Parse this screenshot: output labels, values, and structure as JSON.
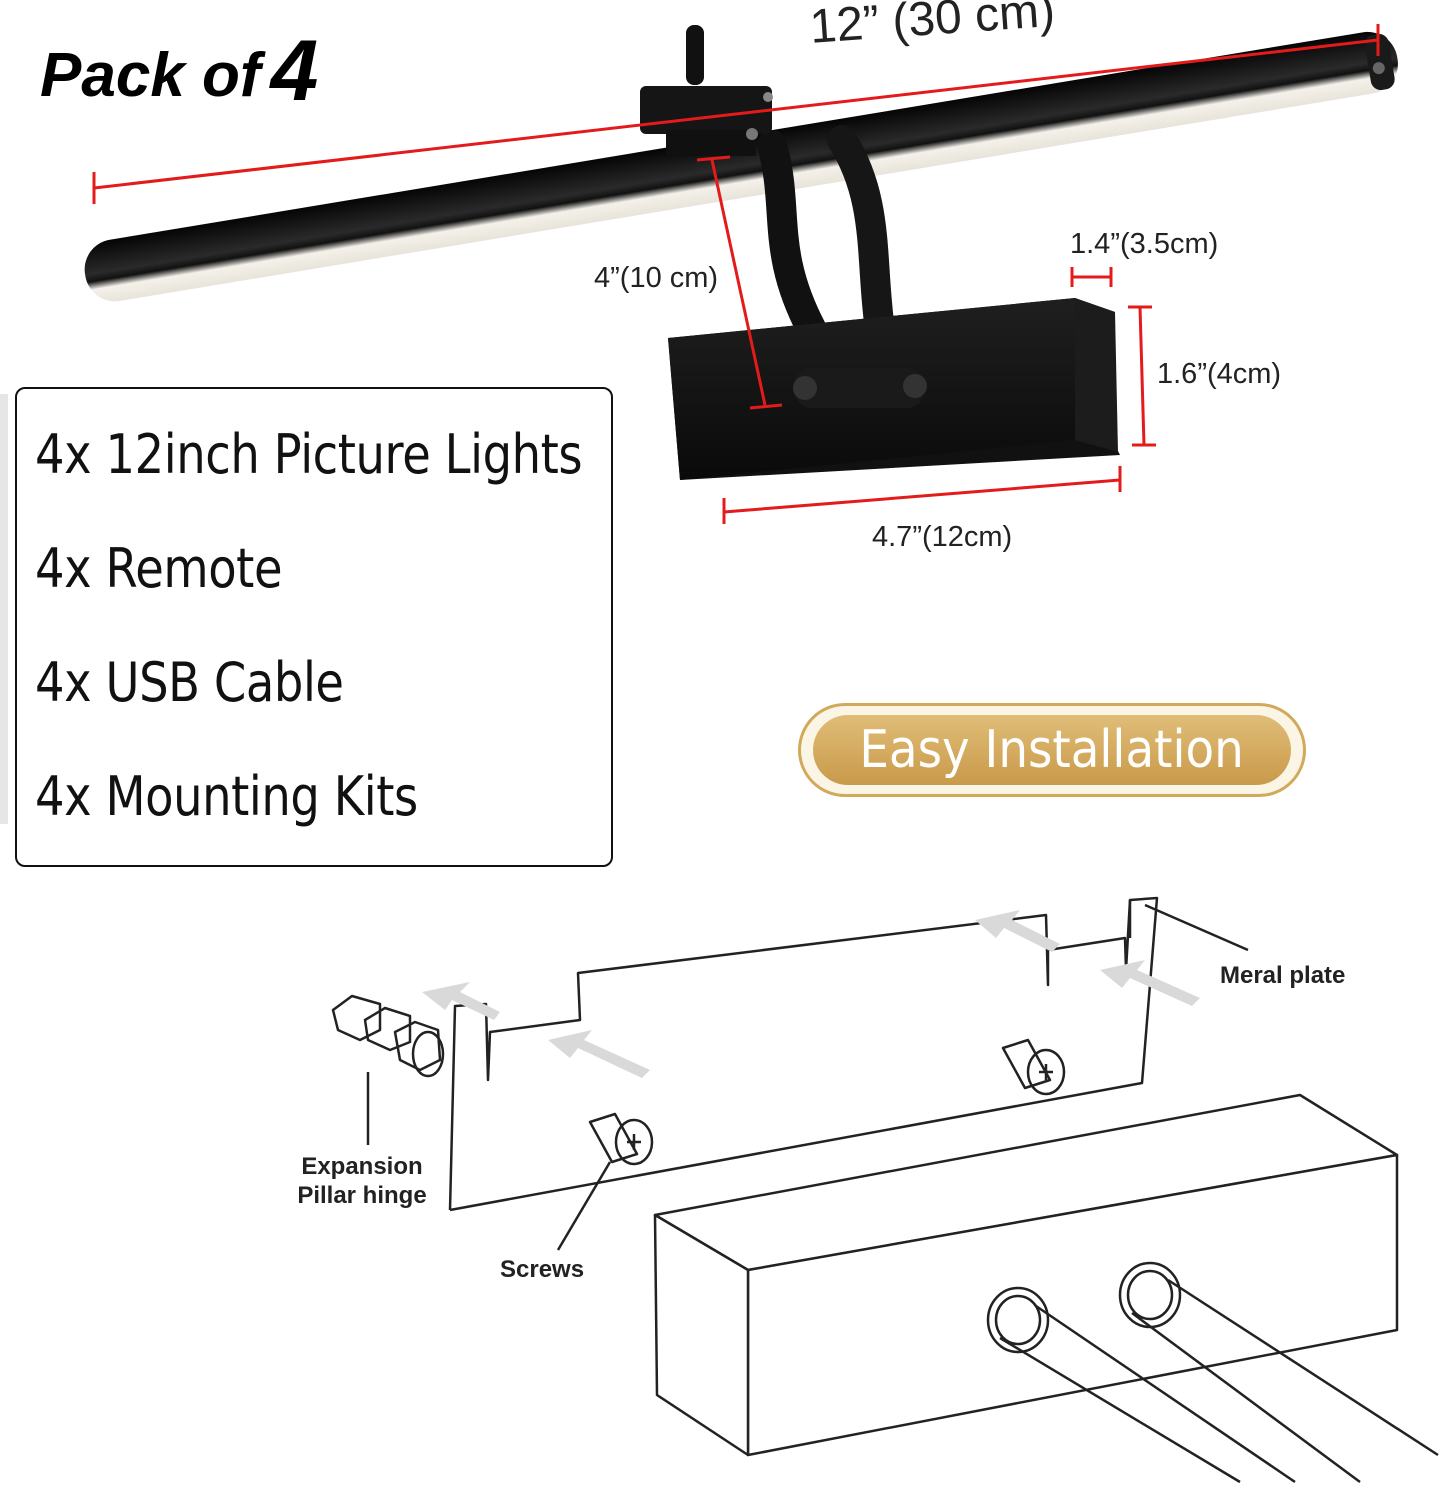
{
  "header": {
    "pack_prefix": "Pack of",
    "pack_count": "4"
  },
  "dimensions": {
    "length": "12” (30 cm)",
    "arm_reach": "4”(10 cm)",
    "base_depth": "1.4”(3.5cm)",
    "base_height": "1.6”(4cm)",
    "base_width": "4.7”(12cm)"
  },
  "contents": [
    "4x 12inch Picture Lights",
    "4x Remote",
    "4x USB Cable",
    "4x Mounting Kits"
  ],
  "badge": {
    "label": "Easy Installation"
  },
  "diagram_labels": {
    "plate": "Meral plate",
    "hinge_line1": "Expansion",
    "hinge_line2": "Pillar hinge",
    "screws": "Screws"
  },
  "colors": {
    "measure_line": "#e31b1b",
    "lamp": "#111111",
    "badge_gold": "#d2a95a"
  }
}
